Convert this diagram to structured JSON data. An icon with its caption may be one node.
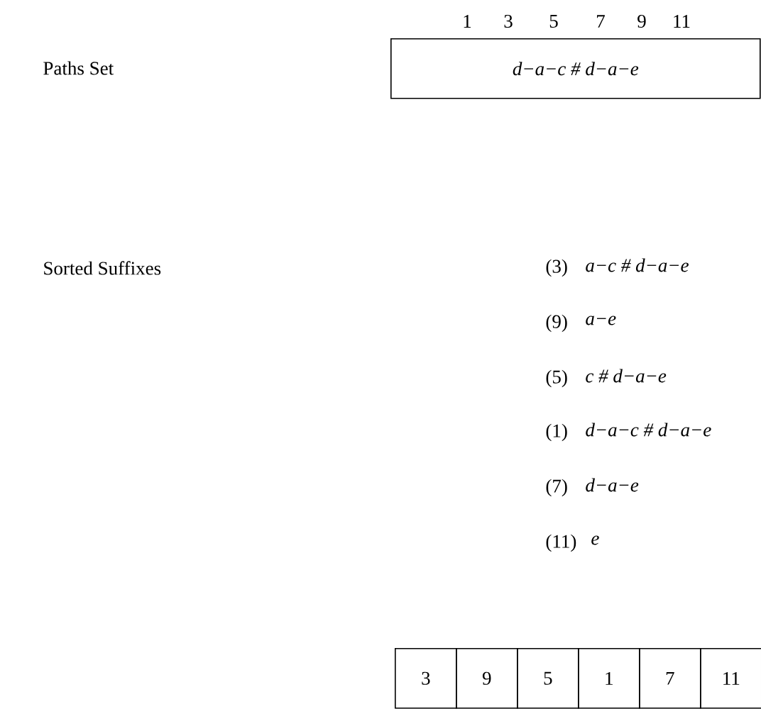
{
  "diagram": {
    "nodes": [
      {
        "text": [
          "d−a−c # d−a−e"
        ]
      },
      {
        "text": [
          "3"
        ]
      },
      {
        "text": [
          "9"
        ]
      },
      {
        "text": [
          "5"
        ]
      },
      {
        "text": [
          "1"
        ]
      },
      {
        "text": [
          "7"
        ]
      },
      {
        "text": [
          "11"
        ]
      }
    ],
    "edges": [],
    "labels": [
      "1",
      "3",
      "5",
      "7",
      "9",
      "11",
      "Paths Set",
      "Sorted Suffixes",
      "(3)",
      "a−c # d−a−e",
      "(9)",
      "a−e",
      "(5)",
      "c # d−a−e",
      "(1)",
      "d−a−c # d−a−e",
      "(7)",
      "d−a−e",
      "(11)",
      "e"
    ]
  }
}
